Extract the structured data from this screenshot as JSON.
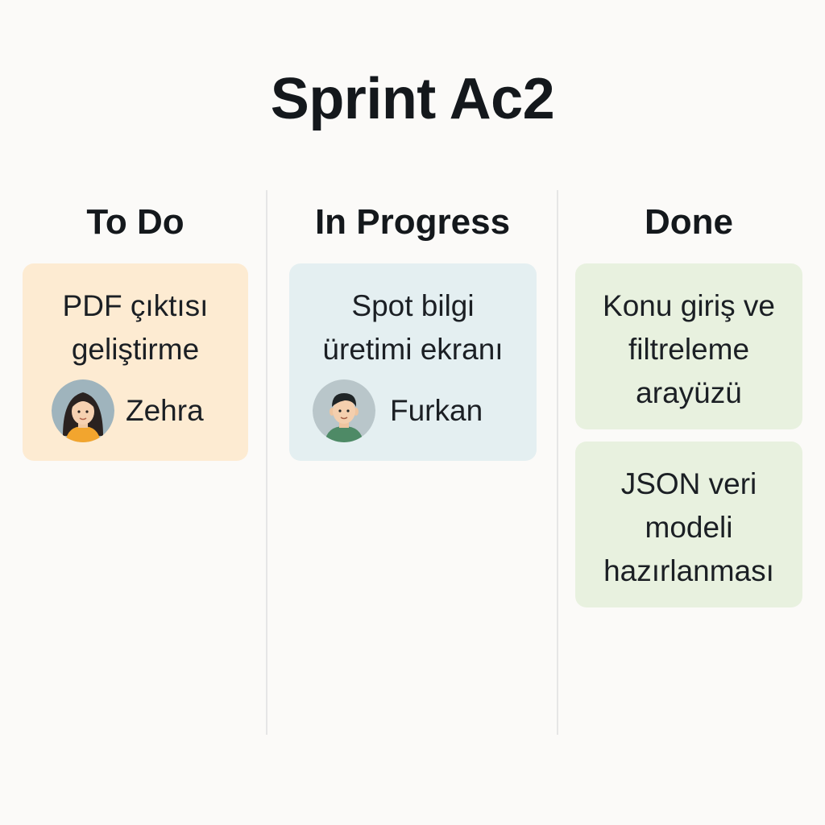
{
  "board": {
    "title": "Sprint Ac2"
  },
  "columns": [
    {
      "title": "To Do",
      "color": "#fdebd2"
    },
    {
      "title": "In Progress",
      "color": "#e4eff1"
    },
    {
      "title": "Done",
      "color": "#e8f1df"
    }
  ],
  "cards": {
    "todo": [
      {
        "title_lines": [
          "PDF çıktısı",
          "geliştirme"
        ],
        "assignee": "Zehra",
        "avatar_icon": "female-avatar-icon"
      }
    ],
    "in_progress": [
      {
        "title_lines": [
          "Spot bilgi",
          "üretimi ekranı"
        ],
        "assignee": "Furkan",
        "avatar_icon": "male-avatar-icon"
      }
    ],
    "done": [
      {
        "title_lines": [
          "Konu giriş ve",
          "filtreleme",
          "arayüzü"
        ]
      },
      {
        "title_lines": [
          "JSON veri",
          "modeli",
          "hazırlanması"
        ]
      }
    ]
  }
}
